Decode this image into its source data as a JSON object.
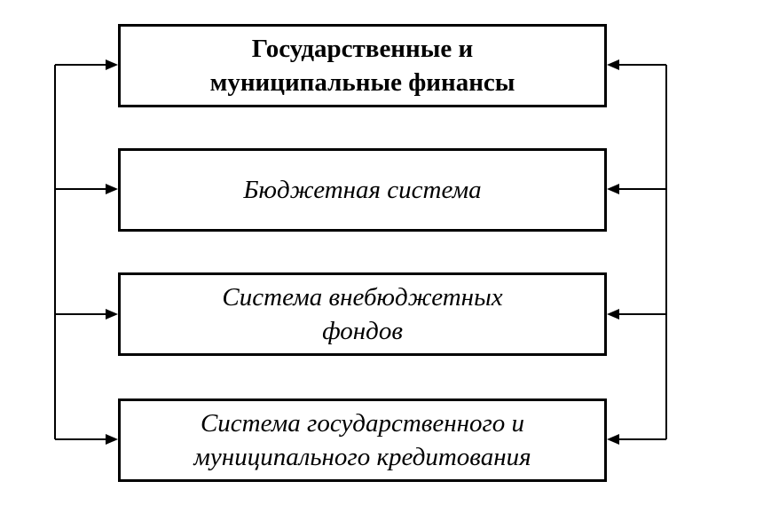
{
  "boxes": [
    {
      "lines": [
        "Государственные и",
        "муниципальные финансы"
      ],
      "style": "bold"
    },
    {
      "lines": [
        "Бюджетная система"
      ],
      "style": "italic"
    },
    {
      "lines": [
        "Система внебюджетных",
        "фондов"
      ],
      "style": "italic"
    },
    {
      "lines": [
        "Система государственного и",
        "муниципального кредитования"
      ],
      "style": "italic"
    }
  ],
  "colors": {
    "line": "#000000",
    "background": "#ffffff"
  }
}
